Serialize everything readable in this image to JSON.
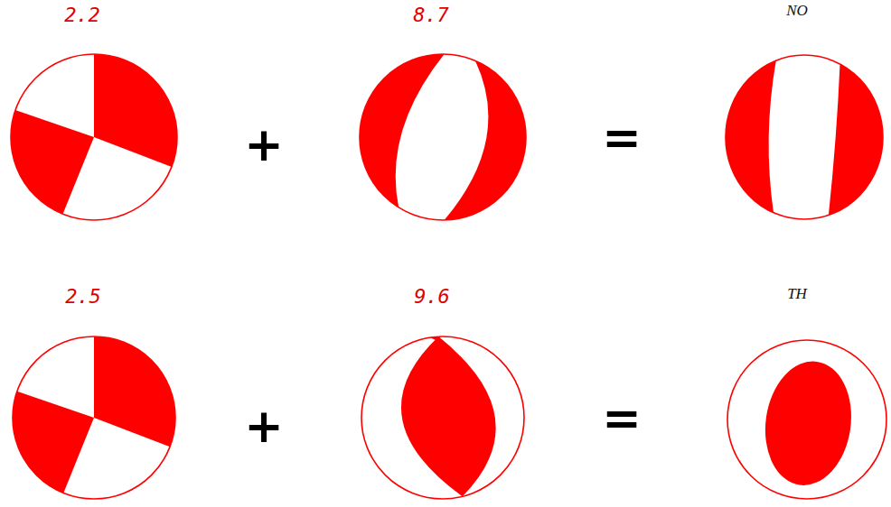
{
  "diagram": {
    "nodes": [
      {
        "text": [
          "2.2"
        ]
      },
      {
        "text": [
          "8.7"
        ]
      },
      {
        "text": [
          "NO"
        ]
      },
      {
        "text": [
          "2.5"
        ]
      },
      {
        "text": [
          "9.6"
        ]
      },
      {
        "text": [
          "TH"
        ]
      }
    ],
    "labels": [
      "+",
      "=",
      "+",
      "="
    ]
  }
}
